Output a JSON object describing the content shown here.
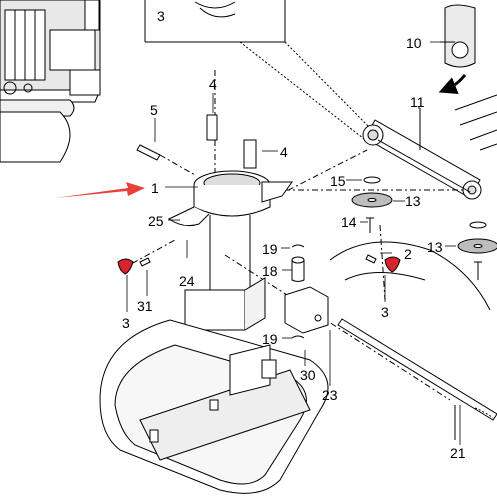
{
  "callouts": {
    "c1": "1",
    "c2": "2",
    "c3_top": "3",
    "c3_left": "3",
    "c3_right": "3",
    "c4a": "4",
    "c4b": "4",
    "c5": "5",
    "c10": "10",
    "c11": "11",
    "c13a": "13",
    "c13b": "13",
    "c14": "14",
    "c15": "15",
    "c18": "18",
    "c19a": "19",
    "c19b": "19",
    "c21": "21",
    "c23": "23",
    "c24": "24",
    "c25": "25",
    "c30": "30",
    "c31": "31"
  },
  "colors": {
    "arrow": "#e8413a",
    "clip": "#d8232a",
    "line": "#000000",
    "shade": "#d4d4d4"
  }
}
